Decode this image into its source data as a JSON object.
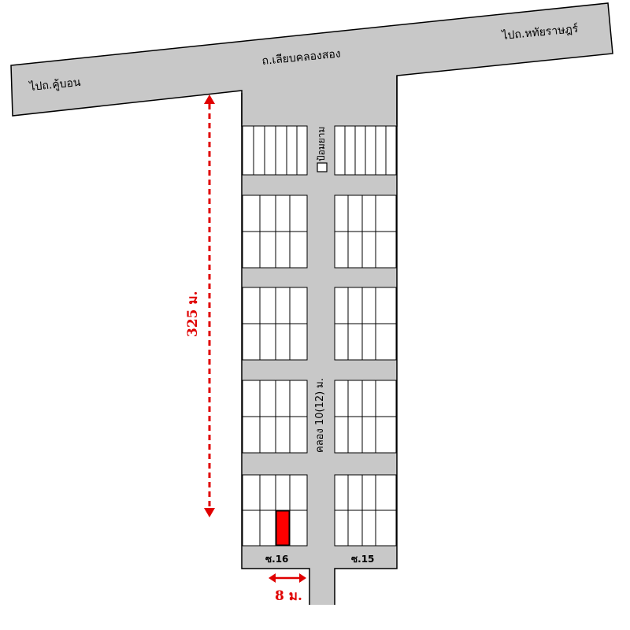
{
  "roads": {
    "main_road": "ถ.เลียบคลองสอง",
    "to_left": "ไปถ.คู้บอน",
    "to_right": "ไปถ.หทัยราษฎร์",
    "lane": "คลอง 10(12) ม.",
    "soi_left": "ซ.16",
    "soi_right": "ซ.15"
  },
  "landmarks": {
    "guard_house": "ป้อมยาม"
  },
  "dimensions": {
    "distance": "325 ม.",
    "width": "8 ม."
  },
  "colors": {
    "road": "#c8c8c8",
    "road_outline": "#000000",
    "lot_fill": "#ffffff",
    "highlight_lot": "#ff0000",
    "dimension": "#e00000"
  }
}
